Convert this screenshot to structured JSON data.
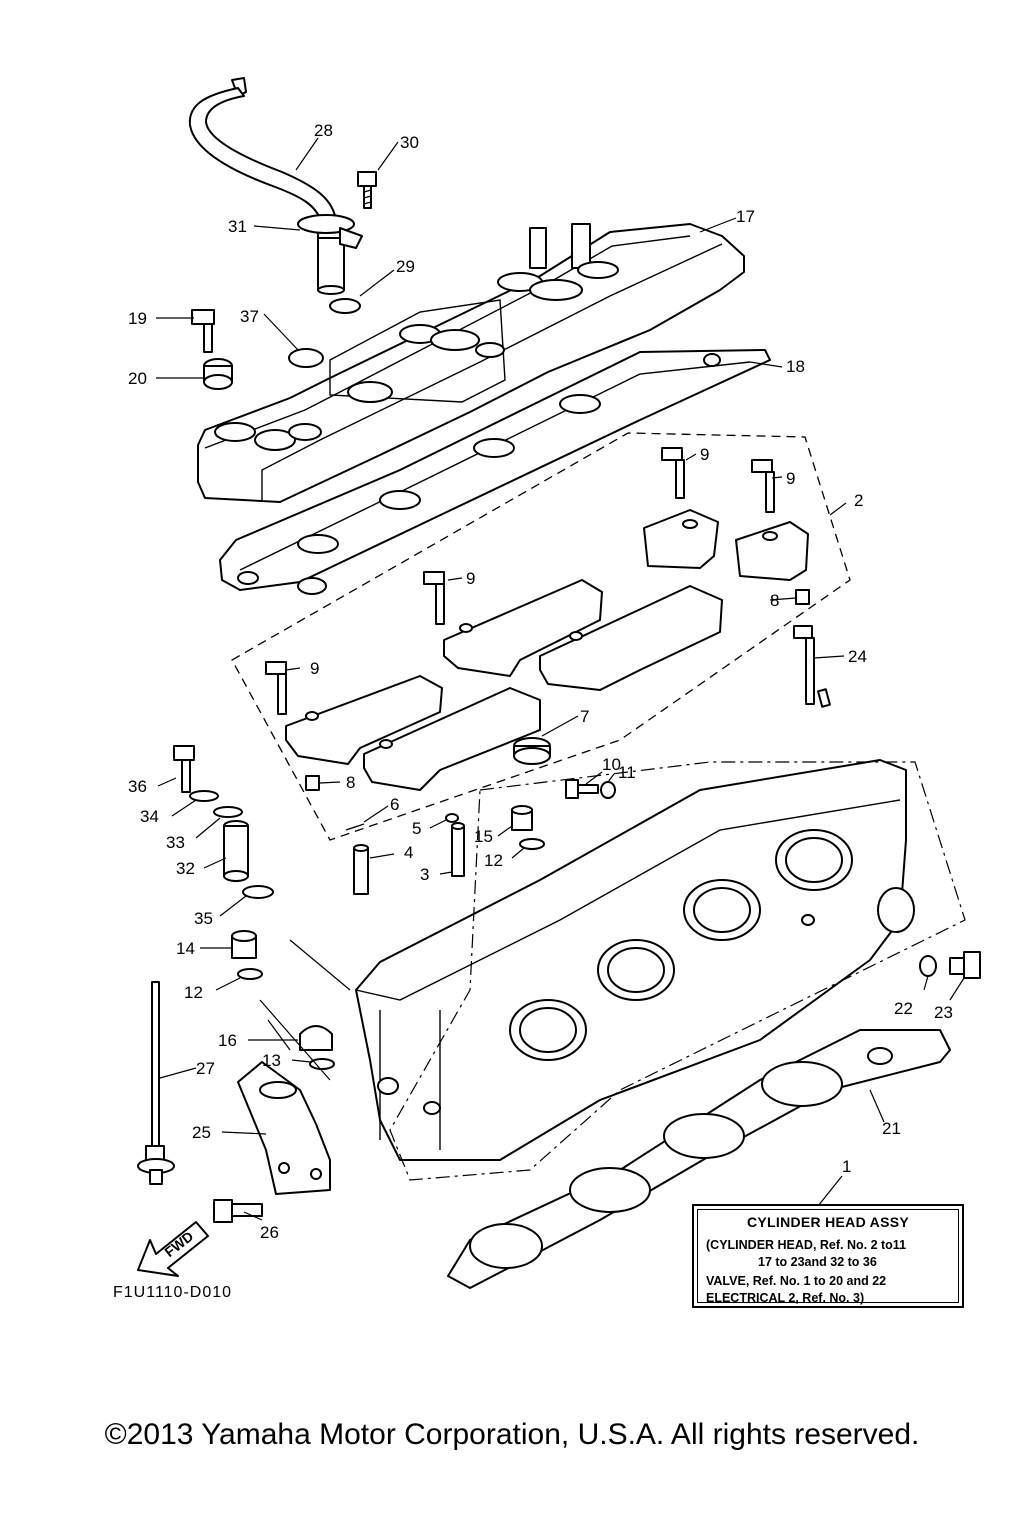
{
  "callouts": [
    "1",
    "2",
    "3",
    "4",
    "5",
    "6",
    "7",
    "8",
    "8",
    "9",
    "9",
    "9",
    "9",
    "10",
    "11",
    "12",
    "12",
    "13",
    "14",
    "15",
    "16",
    "17",
    "18",
    "19",
    "20",
    "21",
    "22",
    "23",
    "24",
    "25",
    "26",
    "27",
    "28",
    "29",
    "30",
    "31",
    "32",
    "33",
    "34",
    "35",
    "36",
    "37"
  ],
  "fwd_label": "FWD",
  "drawing_code": "F1U1110-D010",
  "assembly_box": {
    "title": "CYLINDER HEAD ASSY",
    "lines": [
      "(CYLINDER HEAD, Ref. No. 2 to11",
      "17 to 23and 32 to 36",
      "VALVE, Ref. No. 1 to 20 and 22",
      "ELECTRICAL 2, Ref. No. 3)"
    ]
  },
  "copyright": "©2013 Yamaha Motor Corporation, U.S.A. All rights reserved."
}
